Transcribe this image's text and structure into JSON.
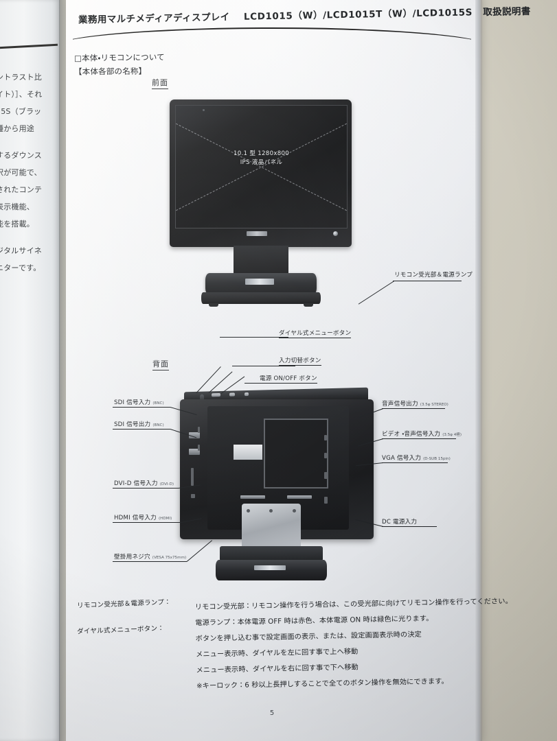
{
  "document": {
    "header_title_jp": "業務用マルチメディアディスプレイ",
    "header_models": "LCD1015（W）/LCD1015T（W）/LCD1015S",
    "header_suffix": "取扱説明書",
    "page_number": "5"
  },
  "left_page": {
    "lines": [
      "ントラスト比",
      "イト）］、それ",
      "15S（ブラッ",
      "種から用途",
      "するダウンス",
      "択が可能で、",
      "されたコンテ",
      "表示機能、",
      "能を搭載。",
      "ジタルサイネ",
      "ニターです。"
    ]
  },
  "section": {
    "heading_1": "□本体・リモコンについて",
    "heading_2": "【本体各部の名称】",
    "view_front": "前面",
    "view_back": "背面"
  },
  "front_view": {
    "screen_line_1": "10.1 型 1280x800",
    "screen_line_2": "IPS 液晶パネル",
    "callout_receiver": "リモコン受光部＆電源ランプ"
  },
  "back_view": {
    "top_callouts": [
      {
        "label": "ダイヤル式メニューボタン"
      },
      {
        "label": "入力切替ボタン"
      },
      {
        "label": "電源 ON/OFF ボタン"
      }
    ],
    "left_callouts": [
      {
        "label": "SDI 信号入力",
        "sub": "(BNC)"
      },
      {
        "label": "SDI 信号出力",
        "sub": "(BNC)"
      },
      {
        "label": "DVI-D 信号入力",
        "sub": "(DVI-D)"
      },
      {
        "label": "HDMI 信号入力",
        "sub": "(HDMI)"
      },
      {
        "label": "壁掛用ネジ穴",
        "sub": "(VESA 75x75mm)"
      }
    ],
    "right_callouts": [
      {
        "label": "音声信号出力",
        "sub": "(3.5φ STEREO)"
      },
      {
        "label": "ビデオ ・音声信号入力",
        "sub": "(3.5φ 4極)"
      },
      {
        "label": "VGA 信号入力",
        "sub": "(D-SUB 15pin)"
      },
      {
        "label": "DC 電源入力",
        "sub": ""
      }
    ]
  },
  "description": {
    "key_1": "リモコン受光部＆電源ランプ：",
    "key_2": "ダイヤル式メニューボタン：",
    "lines": [
      "リモコン受光部：リモコン操作を行う場合は、この受光部に向けてリモコン操作を行ってください。",
      "電源ランプ：本体電源 OFF 時は赤色、本体電源 ON 時は緑色に光ります。",
      "ボタンを押し込む事で設定画面の表示、または、設定画面表示時の決定",
      "メニュー表示時、ダイヤルを左に回す事で上へ移動",
      "メニュー表示時、ダイヤルを右に回す事で下へ移動",
      "※キーロック：6 秒以上長押しすることで全てのボタン操作を無効にできます。"
    ]
  },
  "colors": {
    "paper": "#f2f4f6",
    "desk": "#cbc7b8",
    "ink": "#14171a",
    "device": "#141517"
  }
}
